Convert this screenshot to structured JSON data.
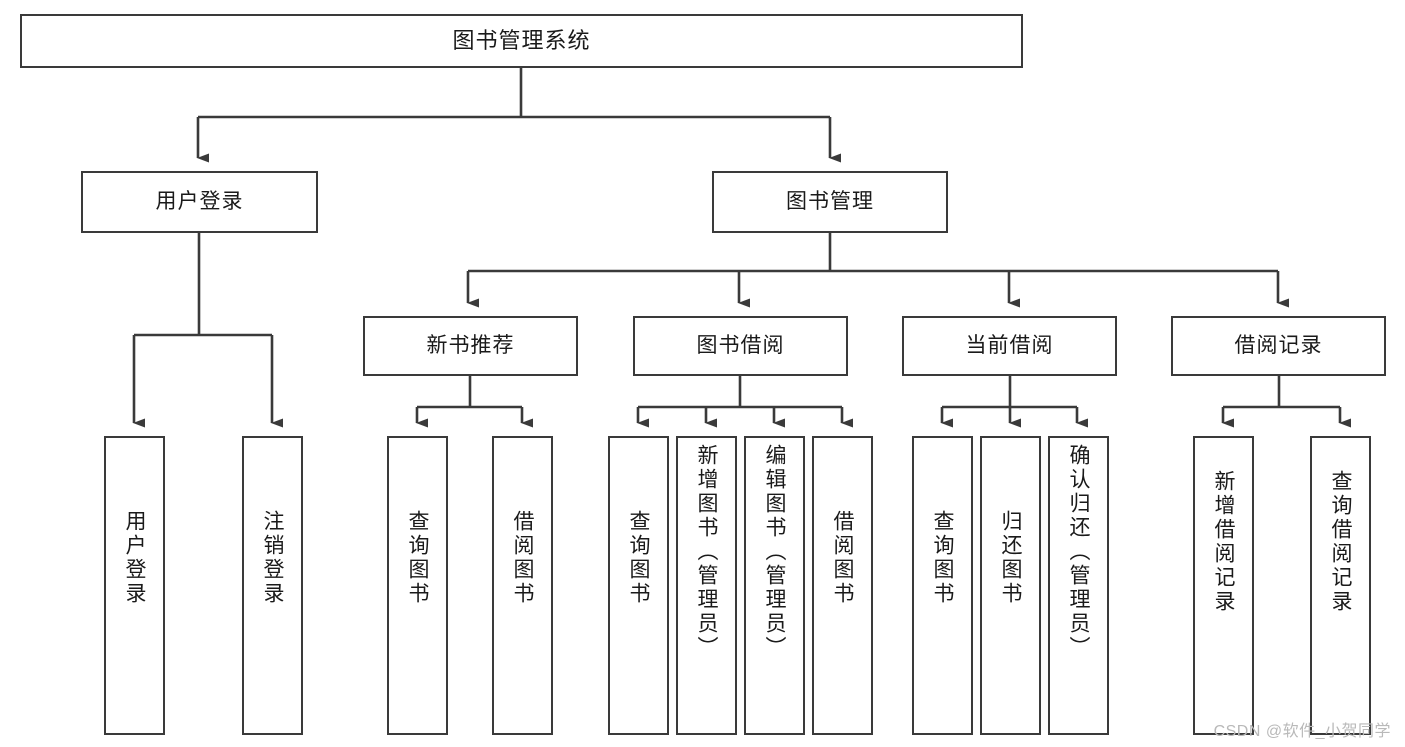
{
  "diagram": {
    "type": "tree",
    "title": "图书管理系统",
    "root": {
      "id": "root",
      "label": "图书管理系统"
    },
    "level2": [
      {
        "id": "user-login",
        "label": "用户登录"
      },
      {
        "id": "book-manage",
        "label": "图书管理"
      }
    ],
    "level3": [
      {
        "id": "new-book-recommend",
        "label": "新书推荐",
        "parent": "book-manage"
      },
      {
        "id": "book-borrow",
        "label": "图书借阅",
        "parent": "book-manage"
      },
      {
        "id": "current-borrow",
        "label": "当前借阅",
        "parent": "book-manage"
      },
      {
        "id": "borrow-record",
        "label": "借阅记录",
        "parent": "book-manage"
      }
    ],
    "leaves": [
      {
        "id": "leaf-user-login",
        "label": "用户登录",
        "parent": "user-login"
      },
      {
        "id": "leaf-user-logout",
        "label": "注销登录",
        "parent": "user-login"
      },
      {
        "id": "leaf-query-book-1",
        "label": "查询图书",
        "parent": "new-book-recommend"
      },
      {
        "id": "leaf-borrow-book-1",
        "label": "借阅图书",
        "parent": "new-book-recommend"
      },
      {
        "id": "leaf-query-book-2",
        "label": "查询图书",
        "parent": "book-borrow"
      },
      {
        "id": "leaf-add-book",
        "label": "新增图书（管理员）",
        "parent": "book-borrow"
      },
      {
        "id": "leaf-edit-book",
        "label": "编辑图书（管理员）",
        "parent": "book-borrow"
      },
      {
        "id": "leaf-borrow-book-2",
        "label": "借阅图书",
        "parent": "book-borrow"
      },
      {
        "id": "leaf-query-book-3",
        "label": "查询图书",
        "parent": "current-borrow"
      },
      {
        "id": "leaf-return-book",
        "label": "归还图书",
        "parent": "current-borrow"
      },
      {
        "id": "leaf-confirm-return",
        "label": "确认归还（管理员）",
        "parent": "current-borrow"
      },
      {
        "id": "leaf-add-record",
        "label": "新增借阅记录",
        "parent": "borrow-record"
      },
      {
        "id": "leaf-query-record",
        "label": "查询借阅记录",
        "parent": "borrow-record"
      }
    ],
    "colors": {
      "stroke": "#3a3a3a",
      "fill": "#ffffff",
      "text": "#1a1a1a",
      "watermark": "#b9b9b9"
    }
  },
  "watermark": {
    "text": "CSDN @软件_小贺同学"
  }
}
